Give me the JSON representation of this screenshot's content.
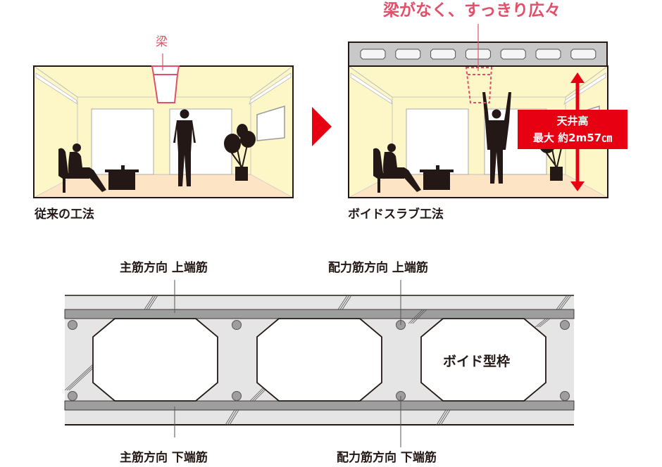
{
  "top": {
    "headline": "梁がなく、すっきり広々",
    "beam_label": "梁",
    "conventional_label": "従来の工法",
    "void_slab_label": "ボイドスラブ工法",
    "ceiling_height": {
      "line1": "天井高",
      "line2": "最大 約2m57㎝"
    }
  },
  "section": {
    "main_top": "主筋方向 上端筋",
    "dist_top": "配力筋方向 上端筋",
    "main_bottom": "主筋方向 下端筋",
    "dist_bottom": "配力筋方向 下端筋",
    "void_form": "ボイド型枠"
  },
  "colors": {
    "accent_red": "#e60012",
    "pink": "#e0506a",
    "wall": "#fdf7c8",
    "floor": "#fce4c4",
    "concrete": "#e5e5e5",
    "rebar": "#9e9e9e"
  }
}
